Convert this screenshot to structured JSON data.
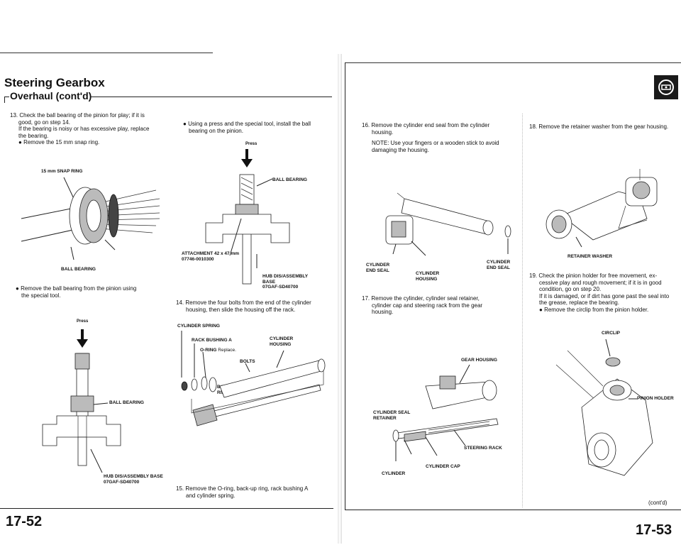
{
  "left_page": {
    "section_title": "Steering Gearbox",
    "subtitle": "Overhaul (cont'd)",
    "page_number": "17-52",
    "step13": {
      "number": "13.",
      "text_line1": "Check the ball bearing of the pinion for play; if it is",
      "text_line2": "good, go on step 14.",
      "text_line3": "If the bearing is noisy or has excessive play, replace",
      "text_line4": "the bearing.",
      "bullet": "Remove the 15 mm snap ring."
    },
    "fig1": {
      "label_snap_ring": "15 mm SNAP RING",
      "label_ball_bearing": "BALL BEARING"
    },
    "remove_bearing": {
      "line1": "Remove the ball bearing from the pinion using",
      "line2": "the special tool."
    },
    "fig2": {
      "label_press": "Press",
      "label_ball_bearing": "BALL BEARING",
      "label_hub_line1": "HUB DIS/ASSEMBLY BASE",
      "label_hub_line2": "07GAF-SD40700"
    },
    "install_bearing": {
      "line1": "Using a press and the special tool, install the ball",
      "line2": "bearing on the pinion."
    },
    "fig3": {
      "label_press": "Press",
      "label_ball_bearing": "BALL BEARING",
      "label_attachment_line1": "ATTACHMENT 42 x 47 mm",
      "label_attachment_line2": "07746-0010300",
      "label_hub_line1": "HUB DIS/ASSEMBLY",
      "label_hub_line2": "BASE",
      "label_hub_line3": "07GAF-SD40700"
    },
    "step14": {
      "number": "14.",
      "line1": "Remove the four bolts from the end of the cylinder",
      "line2": "housing, then slide the housing off the rack."
    },
    "fig4": {
      "label_cylinder_spring": "CYLINDER SPRING",
      "label_rack_bushing": "RACK BUSHING A",
      "label_oring": "O-RING",
      "label_replace": "Replace.",
      "label_cylinder_housing_1": "CYLINDER",
      "label_cylinder_housing_2": "HOUSING",
      "label_bolts": "BOLTS",
      "label_backup_1": "BACK-UP",
      "label_backup_2": "RING"
    },
    "step15": {
      "number": "15.",
      "line1": "Remove the O-ring, back-up ring, rack bushing A",
      "line2": "and cylinder spring."
    }
  },
  "right_page": {
    "page_number": "17-53",
    "cont": "(cont'd)",
    "step16": {
      "number": "16.",
      "line1": "Remove the cylinder end seal from the cylinder",
      "line2": "housing.",
      "note_line1": "NOTE: Use your fingers or a wooden stick to avoid",
      "note_line2": "damaging the housing."
    },
    "fig5": {
      "label_ces_left_1": "CYLINDER",
      "label_ces_left_2": "END SEAL",
      "label_ch_1": "CYLINDER",
      "label_ch_2": "HOUSING",
      "label_ces_right_1": "CYLINDER",
      "label_ces_right_2": "END SEAL"
    },
    "step17": {
      "number": "17.",
      "line1": "Remove the cylinder, cylinder seal retainer,",
      "line2": "cylinder cap and steering rack from the gear",
      "line3": "housing."
    },
    "fig6": {
      "label_gear_housing": "GEAR HOUSING",
      "label_csr_1": "CYLINDER SEAL",
      "label_csr_2": "RETAINER",
      "label_steering_rack": "STEERING RACK",
      "label_cylinder_cap": "CYLINDER CAP",
      "label_cylinder": "CYLINDER"
    },
    "step18": {
      "number": "18.",
      "text": "Remove the retainer washer from the gear housing."
    },
    "fig7": {
      "label_retainer_washer": "RETAINER WASHER"
    },
    "step19": {
      "number": "19.",
      "line1": "Check the pinion holder for free movement, ex-",
      "line2": "cessive play and rough movement; if it is in good",
      "line3": "condition, go on step 20.",
      "line4": "If it is damaged, or if dirt has gone past the seal into",
      "line5": "the grease, replace the bearing.",
      "bullet": "Remove the circlip from the pinion holder."
    },
    "fig8": {
      "label_circlip": "CIRCLIP",
      "label_pinion_holder": "PINION HOLDER"
    }
  },
  "icon_names": [
    "steering-wheel-icon",
    "bullet-icon",
    "press-arrow-icon"
  ]
}
